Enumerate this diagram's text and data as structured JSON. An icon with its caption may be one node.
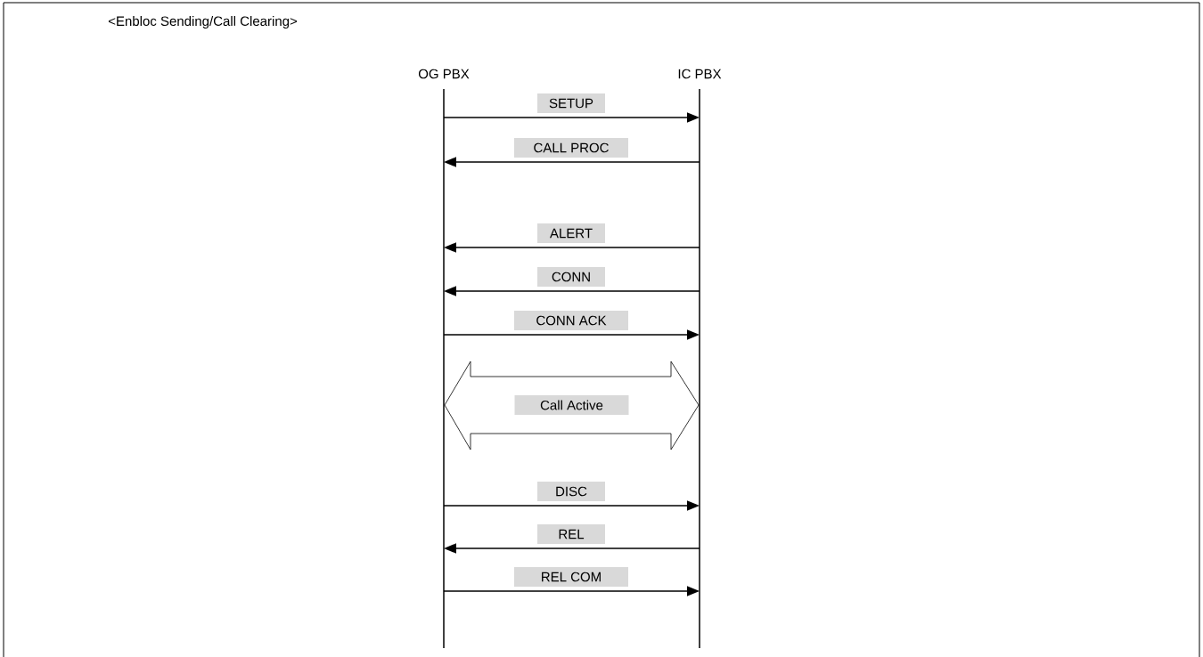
{
  "diagram": {
    "title": "<Enbloc Sending/Call Clearing>",
    "nodes": [
      {
        "text": [
          "OG PBX"
        ]
      },
      {
        "text": [
          "IC PBX"
        ]
      },
      {
        "text": [
          "Call Active"
        ]
      }
    ],
    "edges": [
      {
        "from": 0,
        "to": 1,
        "arrow": "to",
        "label": "SETUP"
      },
      {
        "from": 1,
        "to": 0,
        "arrow": "to",
        "label": "CALL PROC"
      },
      {
        "from": 1,
        "to": 0,
        "arrow": "to",
        "label": "ALERT"
      },
      {
        "from": 1,
        "to": 0,
        "arrow": "to",
        "label": "CONN"
      },
      {
        "from": 0,
        "to": 1,
        "arrow": "to",
        "label": "CONN ACK"
      },
      {
        "from": 0,
        "to": 1,
        "arrow": "to",
        "label": "DISC"
      },
      {
        "from": 1,
        "to": 0,
        "arrow": "to",
        "label": "REL"
      },
      {
        "from": 0,
        "to": 1,
        "arrow": "to",
        "label": "REL COM"
      }
    ]
  }
}
